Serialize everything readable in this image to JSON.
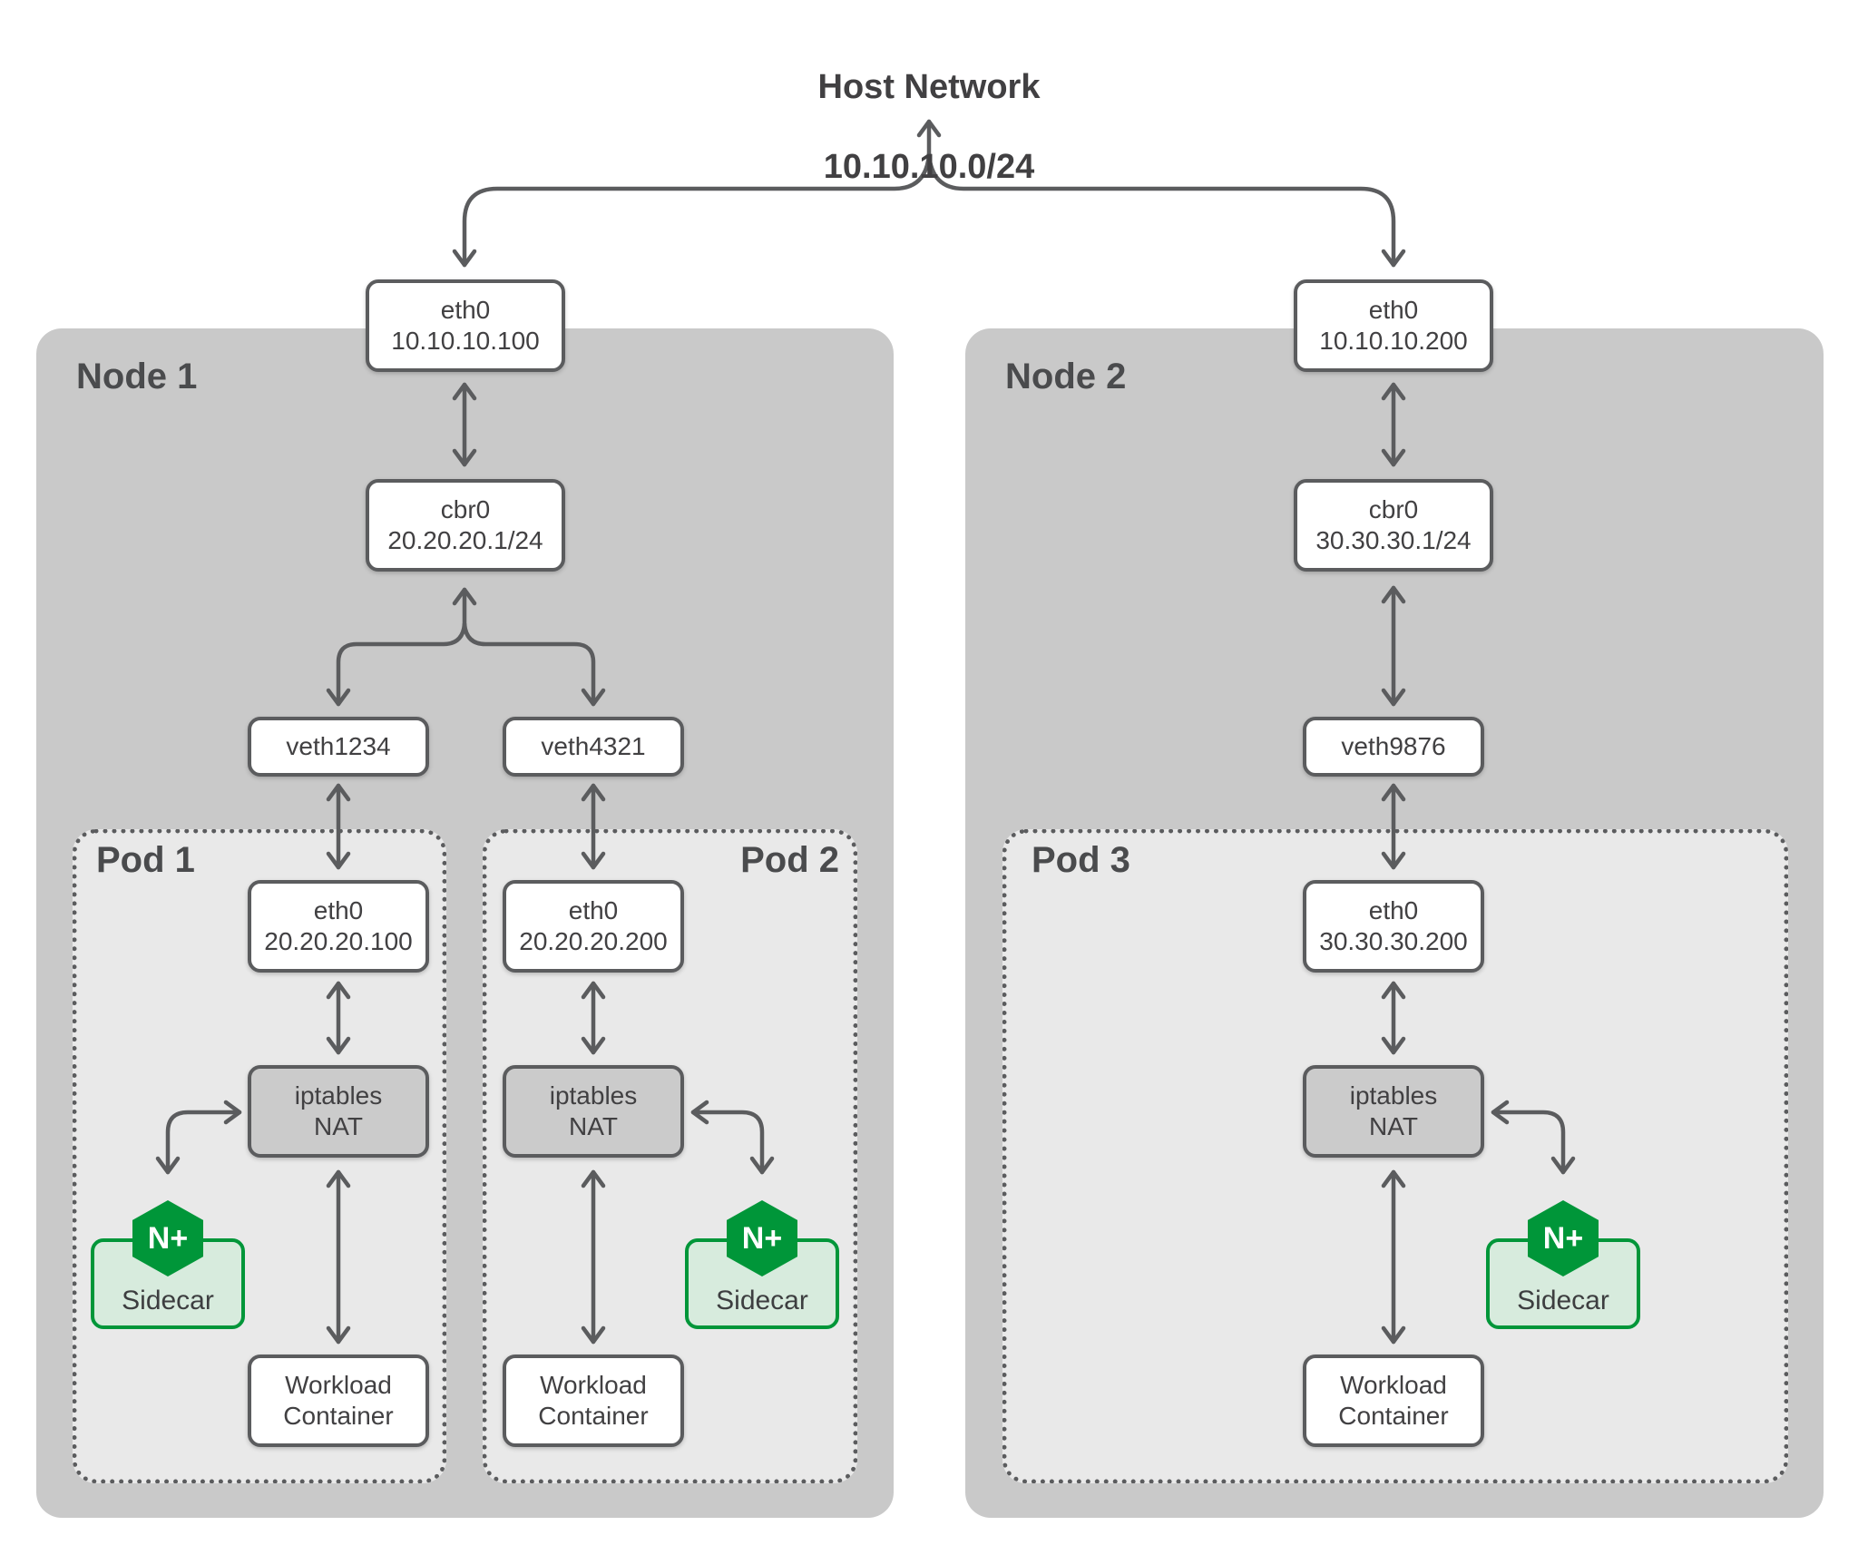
{
  "title": {
    "line1": "Host Network",
    "line2": "10.10.10.0/24"
  },
  "node1": {
    "label": "Node 1",
    "eth0_line1": "eth0",
    "eth0_line2": "10.10.10.100",
    "cbr0_line1": "cbr0",
    "cbr0_line2": "20.20.20.1/24",
    "veth1": "veth1234",
    "veth2": "veth4321"
  },
  "node2": {
    "label": "Node 2",
    "eth0_line1": "eth0",
    "eth0_line2": "10.10.10.200",
    "cbr0_line1": "cbr0",
    "cbr0_line2": "30.30.30.1/24",
    "veth1": "veth9876"
  },
  "pod1": {
    "label": "Pod 1",
    "eth0_line1": "eth0",
    "eth0_line2": "20.20.20.100",
    "nat_line1": "iptables",
    "nat_line2": "NAT",
    "sidecar_label": "Sidecar",
    "sidecar_icon_text": "N+",
    "workload_line1": "Workload",
    "workload_line2": "Container"
  },
  "pod2": {
    "label": "Pod 2",
    "eth0_line1": "eth0",
    "eth0_line2": "20.20.20.200",
    "nat_line1": "iptables",
    "nat_line2": "NAT",
    "sidecar_label": "Sidecar",
    "sidecar_icon_text": "N+",
    "workload_line1": "Workload",
    "workload_line2": "Container"
  },
  "pod3": {
    "label": "Pod 3",
    "eth0_line1": "eth0",
    "eth0_line2": "30.30.30.200",
    "nat_line1": "iptables",
    "nat_line2": "NAT",
    "sidecar_label": "Sidecar",
    "sidecar_icon_text": "N+",
    "workload_line1": "Workload",
    "workload_line2": "Container"
  },
  "colors": {
    "nginx_green": "#009639",
    "sidecar_fill": "#d7ebdd",
    "node_fill": "#c9c9c9",
    "pod_fill": "#e9e9e9",
    "nat_fill": "#cbcbcb",
    "arrow_gray": "#5b5c5e",
    "text_gray": "#414042"
  }
}
